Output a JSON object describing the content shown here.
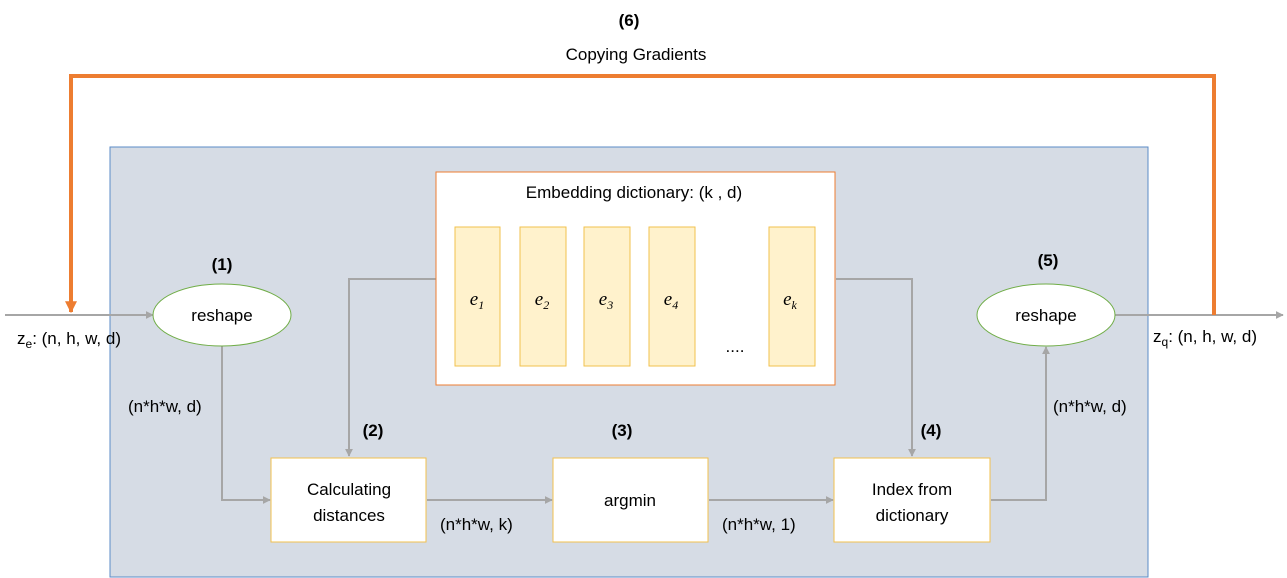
{
  "top": {
    "step": "(6)",
    "title": "Copying Gradients"
  },
  "input_label": {
    "main": "z",
    "sub": "e",
    "rest": ": (n, h, w, d)"
  },
  "output_label": {
    "main": "z",
    "sub": "q",
    "rest": ": (n, h, w, d)"
  },
  "dictionary": {
    "title": "Embedding dictionary: (k , d)",
    "entries": [
      {
        "main": "e",
        "sub": "1"
      },
      {
        "main": "e",
        "sub": "2"
      },
      {
        "main": "e",
        "sub": "3"
      },
      {
        "main": "e",
        "sub": "4"
      },
      {
        "main": "e",
        "sub": "k"
      }
    ],
    "ellipsis": "...."
  },
  "nodes": {
    "reshape1": {
      "step": "(1)",
      "label": "reshape"
    },
    "calc": {
      "step": "(2)",
      "line1": "Calculating",
      "line2": "distances"
    },
    "argmin": {
      "step": "(3)",
      "label": "argmin"
    },
    "index": {
      "step": "(4)",
      "line1": "Index from",
      "line2": "dictionary"
    },
    "reshape2": {
      "step": "(5)",
      "label": "reshape"
    }
  },
  "edge_labels": {
    "after_reshape1": "(n*h*w,  d)",
    "after_calc": "(n*h*w,  k)",
    "after_argmin": "(n*h*w,  1)",
    "before_reshape2": "(n*h*w,  d)"
  },
  "colors": {
    "panel_fill": "#d6dce5",
    "panel_stroke": "#5b8bc7",
    "orange": "#ed7d31",
    "green": "#70ad47",
    "gold": "#f2c14e",
    "entry_fill": "#fff2cc",
    "arrow": "#a6a6a6"
  }
}
